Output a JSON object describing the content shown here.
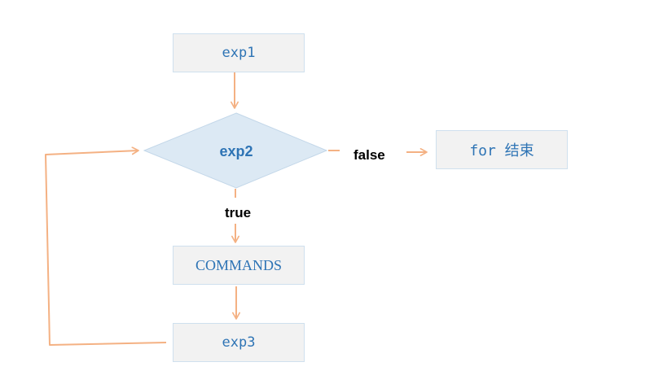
{
  "diagram": {
    "nodes": {
      "exp1": "exp1",
      "exp2": "exp2",
      "commands": "COMMANDS",
      "exp3": "exp3",
      "for_end": "for 结束"
    },
    "edge_labels": {
      "false": "false",
      "true": "true"
    },
    "colors": {
      "arrow": "#f4b183",
      "node_fill": "#f2f2f2",
      "node_border": "#cfe0ee",
      "diamond_fill": "#dce9f4",
      "node_text": "#2e74b5",
      "label_text": "#000000"
    }
  }
}
